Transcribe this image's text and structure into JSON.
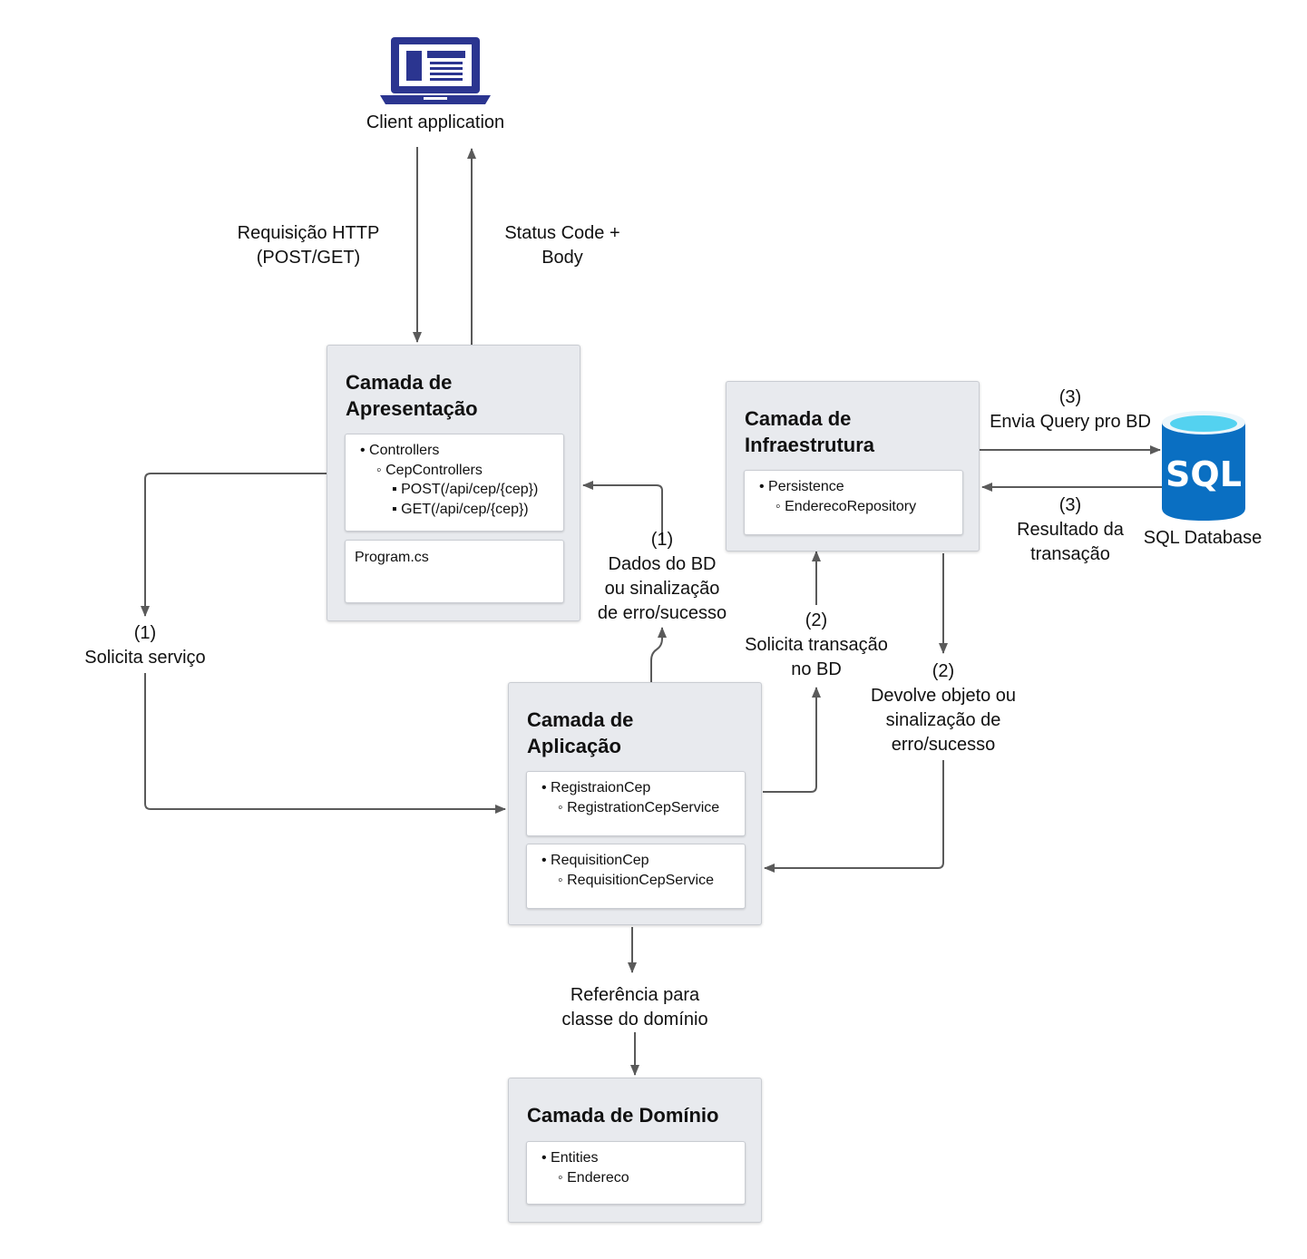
{
  "client": {
    "label": "Client application",
    "icon": "laptop-icon"
  },
  "layers": {
    "presentation": {
      "title": "Camada de\nApresentação",
      "controllers": {
        "l1": "• Controllers",
        "l2": "◦ CepControllers",
        "l3": "▪ POST(/api/cep/{cep})",
        "l4": "▪ GET(/api/cep/{cep})"
      },
      "program": "Program.cs"
    },
    "infrastructure": {
      "title": "Camada de\nInfraestrutura",
      "l1": "• Persistence",
      "l2": "◦ EnderecoRepository"
    },
    "application": {
      "title": "Camada de\nAplicação",
      "registration": {
        "l1": "• RegistraionCep",
        "l2": "◦ RegistrationCepService"
      },
      "requisition": {
        "l1": "• RequisitionCep",
        "l2": "◦ RequisitionCepService"
      }
    },
    "domain": {
      "title": "Camada de Domínio",
      "l1": "• Entities",
      "l2": "◦ Endereco"
    }
  },
  "database": {
    "badge": "SQL",
    "label": "SQL Database",
    "icon": "sql-database-icon"
  },
  "edges": {
    "http_request": "Requisição HTTP\n(POST/GET)",
    "status_body": "Status Code +\nBody",
    "solicita_servico": "(1)\nSolicita serviço",
    "dados_bd": "(1)\nDados do BD\nou sinalização\nde erro/sucesso",
    "solicita_transacao": "(2)\nSolicita transação\nno BD",
    "devolve_objeto": "(2)\nDevolve objeto ou\nsinalização de\nerro/sucesso",
    "envia_query": "(3)\nEnvia Query pro BD",
    "resultado": "(3)\nResultado da\ntransação",
    "referencia": "Referência para\nclasse do domínio"
  },
  "colors": {
    "laptop": "#2b3590",
    "sql_blue": "#0a6fc2",
    "sql_top": "#54d2f0",
    "layer_bg": "#e8eaee",
    "wire": "#5a5a5a"
  }
}
